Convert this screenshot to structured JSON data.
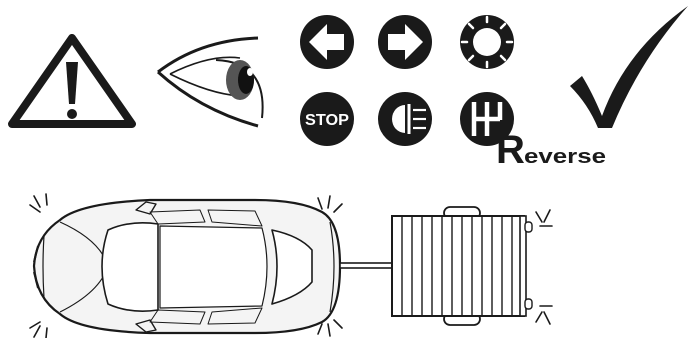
{
  "symbols": {
    "warning": {
      "icon": "warning-triangle-icon"
    },
    "eye": {
      "icon": "eye-icon"
    },
    "turn_left": {
      "icon": "left-turn-arrow-icon"
    },
    "turn_right": {
      "icon": "right-turn-arrow-icon"
    },
    "side_lights": {
      "icon": "side-lights-icon"
    },
    "stop": {
      "icon": "stop-lamp-icon",
      "label": "STOP"
    },
    "rear_fog": {
      "icon": "rear-fog-lamp-icon"
    },
    "reverse": {
      "icon": "reverse-gear-icon",
      "label_initial": "R",
      "label_rest": "everse"
    },
    "check": {
      "icon": "check-mark-icon"
    }
  },
  "illustration": {
    "vehicle": "car-top-view",
    "trailer": "trailer-top-view",
    "colors": {
      "ink": "#1a1a1a",
      "car_fill": "#f4f4f4",
      "background": "#ffffff"
    }
  }
}
